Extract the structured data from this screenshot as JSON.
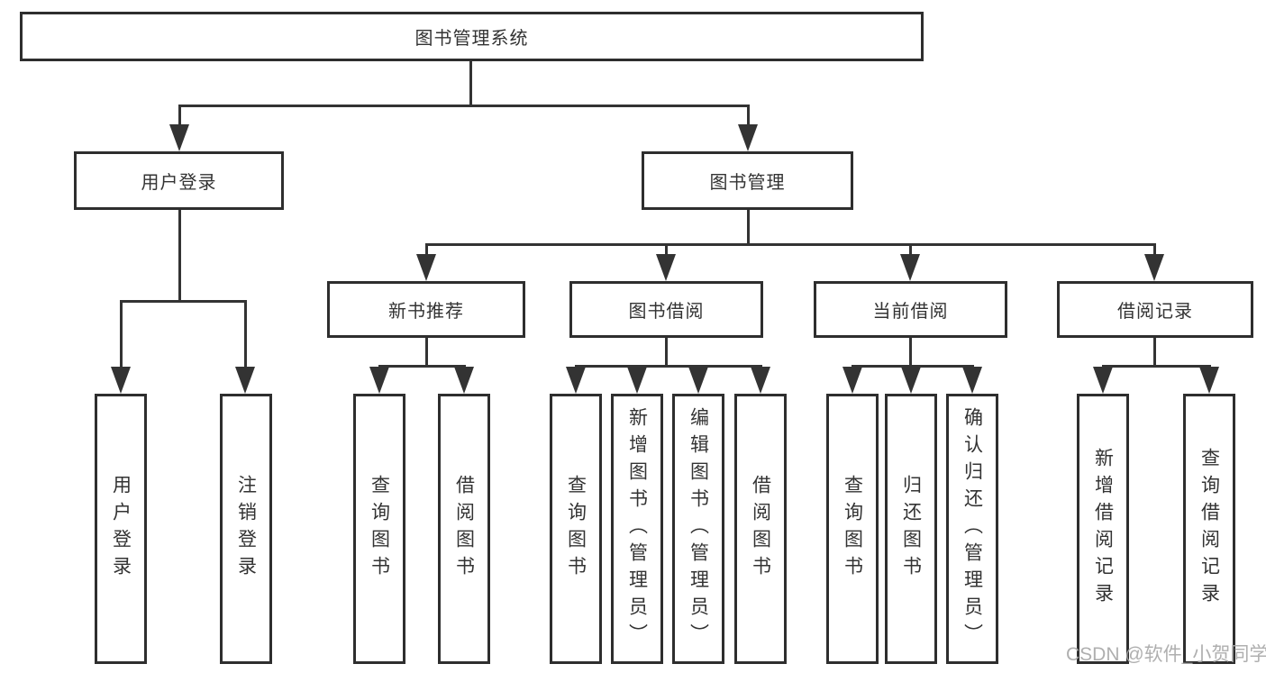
{
  "diagram": {
    "title": "图书管理系统",
    "type": "tree",
    "nodes": {
      "root": {
        "label": "图书管理系统"
      },
      "user_login": {
        "label": "用户登录"
      },
      "book_mgmt": {
        "label": "图书管理"
      },
      "new_book_rec": {
        "label": "新书推荐"
      },
      "book_borrow": {
        "label": "图书借阅"
      },
      "current_borrow": {
        "label": "当前借阅"
      },
      "borrow_record": {
        "label": "借阅记录"
      },
      "leaf_user_login": {
        "label": "用户登录"
      },
      "leaf_logout": {
        "label": "注销登录"
      },
      "leaf_nb_query": {
        "label": "查询图书"
      },
      "leaf_nb_borrow": {
        "label": "借阅图书"
      },
      "leaf_bb_query": {
        "label": "查询图书"
      },
      "leaf_bb_add": {
        "label": "新增图书（管理员）"
      },
      "leaf_bb_edit": {
        "label": "编辑图书（管理员）"
      },
      "leaf_bb_borrow": {
        "label": "借阅图书"
      },
      "leaf_cb_query": {
        "label": "查询图书"
      },
      "leaf_cb_return": {
        "label": "归还图书"
      },
      "leaf_cb_confirm": {
        "label": "确认归还（管理员）"
      },
      "leaf_br_add": {
        "label": "新增借阅记录"
      },
      "leaf_br_query": {
        "label": "查询借阅记录"
      }
    },
    "hierarchy": {
      "root": [
        "user_login",
        "book_mgmt"
      ],
      "user_login": [
        "leaf_user_login",
        "leaf_logout"
      ],
      "book_mgmt": [
        "new_book_rec",
        "book_borrow",
        "current_borrow",
        "borrow_record"
      ],
      "new_book_rec": [
        "leaf_nb_query",
        "leaf_nb_borrow"
      ],
      "book_borrow": [
        "leaf_bb_query",
        "leaf_bb_add",
        "leaf_bb_edit",
        "leaf_bb_borrow"
      ],
      "current_borrow": [
        "leaf_cb_query",
        "leaf_cb_return",
        "leaf_cb_confirm"
      ],
      "borrow_record": [
        "leaf_br_add",
        "leaf_br_query"
      ]
    }
  },
  "watermark": {
    "text": "CSDN @软件_小贺同学"
  },
  "colors": {
    "line": "#333333",
    "box_border": "#2e2e2e",
    "text": "#333333",
    "watermark": "#a9a9a9",
    "background": "#ffffff"
  }
}
